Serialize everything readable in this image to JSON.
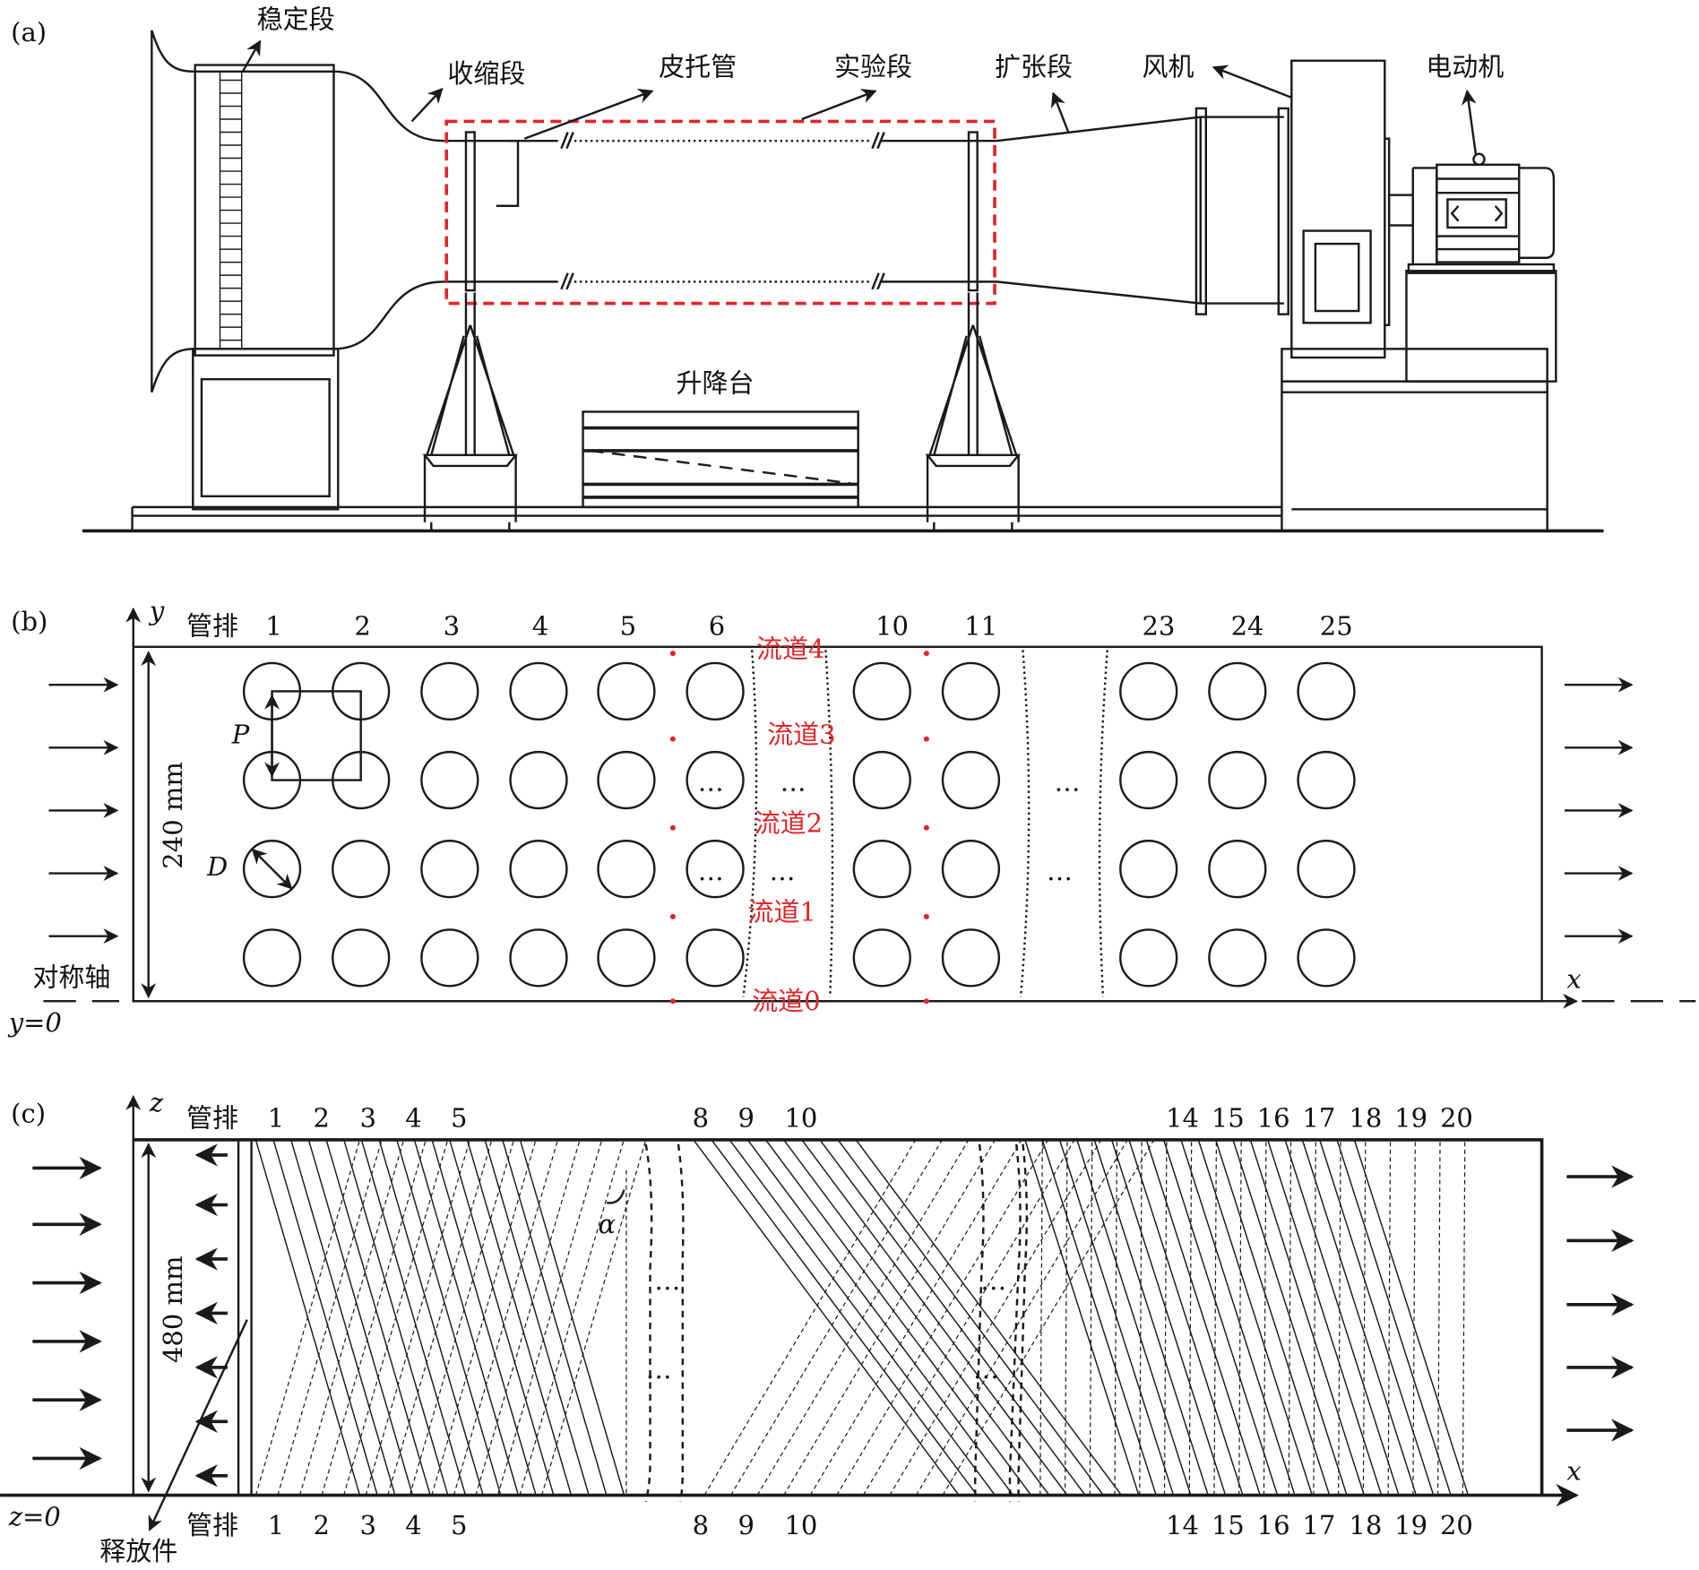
{
  "panel_a": {
    "label": "(a)",
    "parts": {
      "settling": "稳定段",
      "contraction": "收缩段",
      "pitot": "皮托管",
      "test": "实验段",
      "diffuser": "扩张段",
      "fan": "风机",
      "motor": "电动机",
      "lift": "升降台"
    }
  },
  "panel_b": {
    "label": "(b)",
    "y_axis": "y",
    "x_axis": "x",
    "row_label": "管排",
    "columns": [
      "1",
      "2",
      "3",
      "4",
      "5",
      "6",
      "10",
      "11",
      "23",
      "24",
      "25"
    ],
    "height_label": "240 mm",
    "pitch": "P",
    "diameter": "D",
    "ellipsis": "…",
    "symmetry": "对称轴",
    "y0": "y=0",
    "channels": [
      "流道4",
      "流道3",
      "流道2",
      "流道1",
      "流道0"
    ],
    "accent": "#e0262a"
  },
  "panel_c": {
    "label": "(c)",
    "z_axis": "z",
    "x_axis": "x",
    "row_label": "管排",
    "columns": [
      "1",
      "2",
      "3",
      "4",
      "5",
      "8",
      "9",
      "10",
      "14",
      "15",
      "16",
      "17",
      "18",
      "19",
      "20"
    ],
    "height_label": "480 mm",
    "angle": "α",
    "z0": "z=0",
    "release": "释放件",
    "ellipsis": "…"
  }
}
